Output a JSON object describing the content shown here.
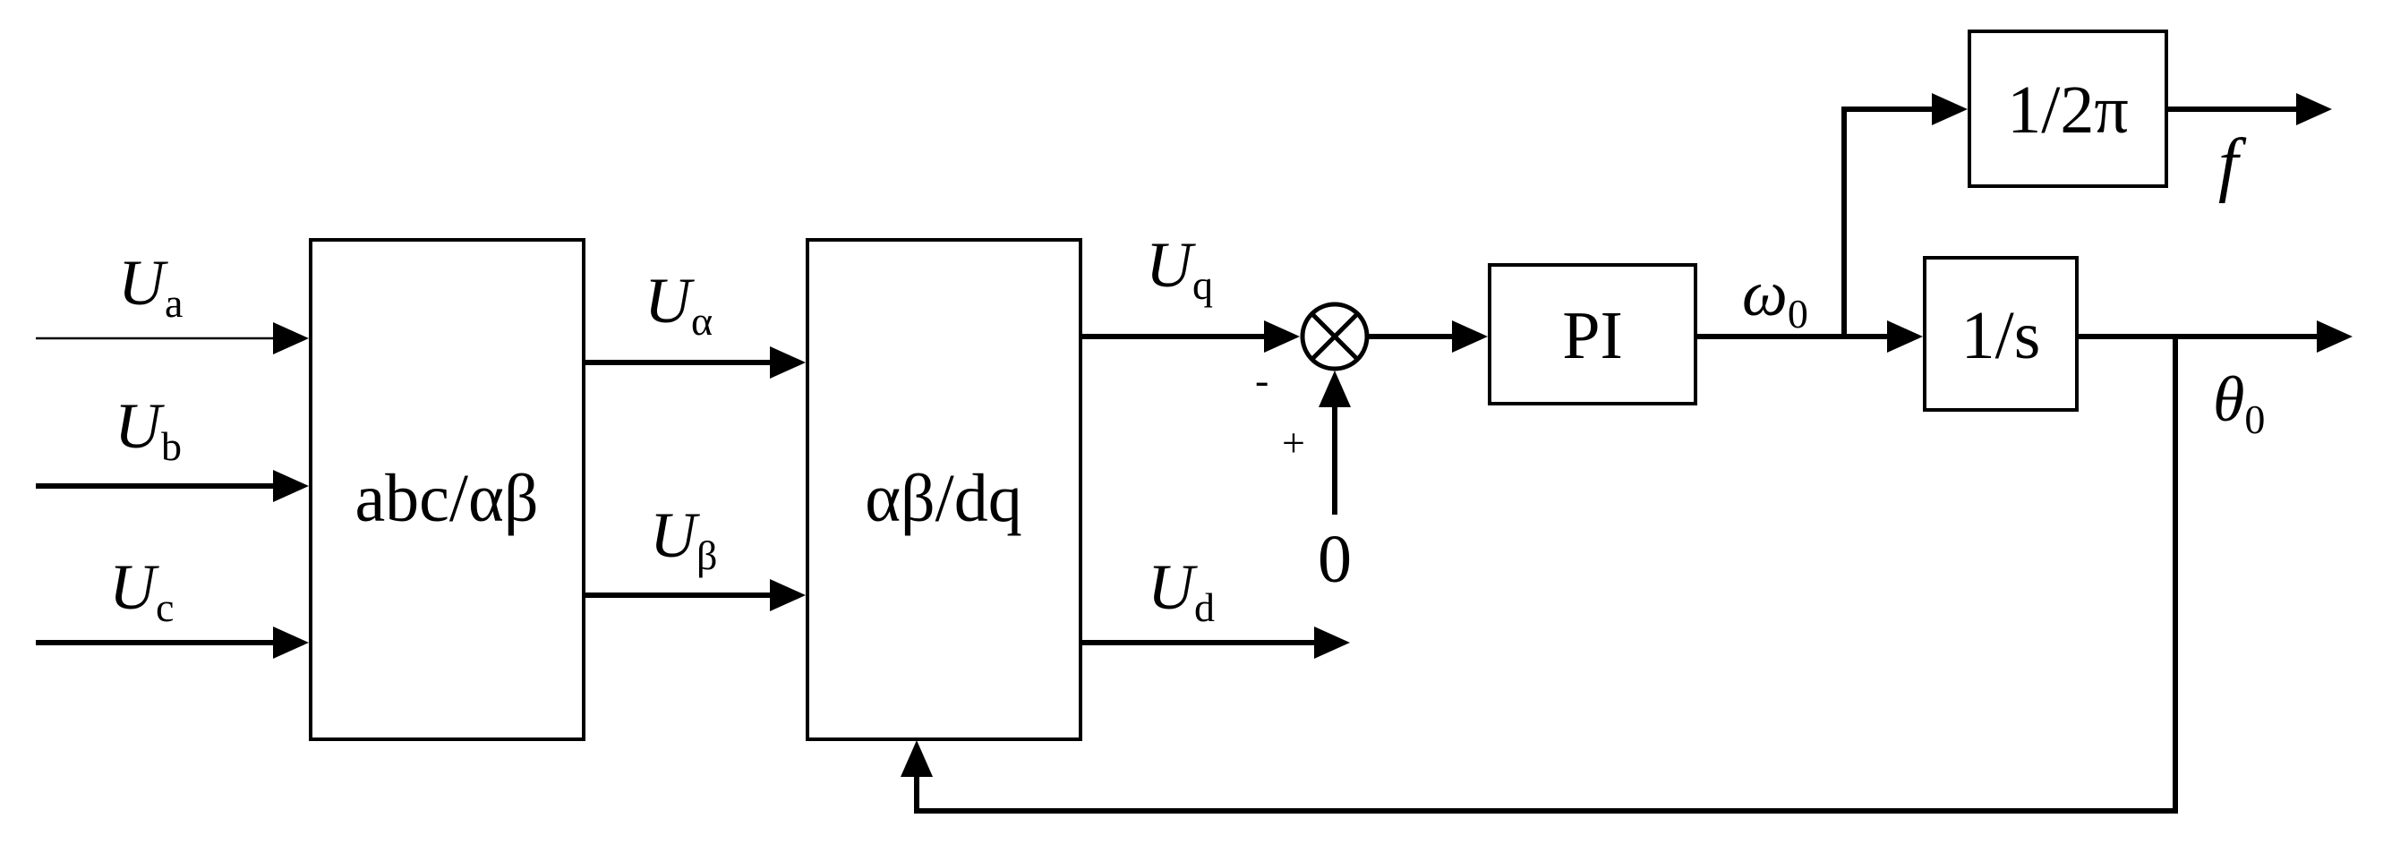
{
  "signals": {
    "ua": {
      "main": "U",
      "sub": "a"
    },
    "ub": {
      "main": "U",
      "sub": "b"
    },
    "uc": {
      "main": "U",
      "sub": "c"
    },
    "ualpha": {
      "main": "U",
      "sub": "α"
    },
    "ubeta": {
      "main": "U",
      "sub": "β"
    },
    "uq": {
      "main": "U",
      "sub": "q"
    },
    "ud": {
      "main": "U",
      "sub": "d"
    },
    "omega": {
      "main": "ω",
      "sub": "0"
    },
    "theta": {
      "main": "θ",
      "sub": "0"
    },
    "f": "f"
  },
  "blocks": {
    "clarke": "abc/αβ",
    "park": "αβ/dq",
    "pi": "PI",
    "integrator": "1/s",
    "gain": "1/2π"
  },
  "summer": {
    "minus_sign": "-",
    "plus_sign": "+",
    "reference": "0"
  }
}
